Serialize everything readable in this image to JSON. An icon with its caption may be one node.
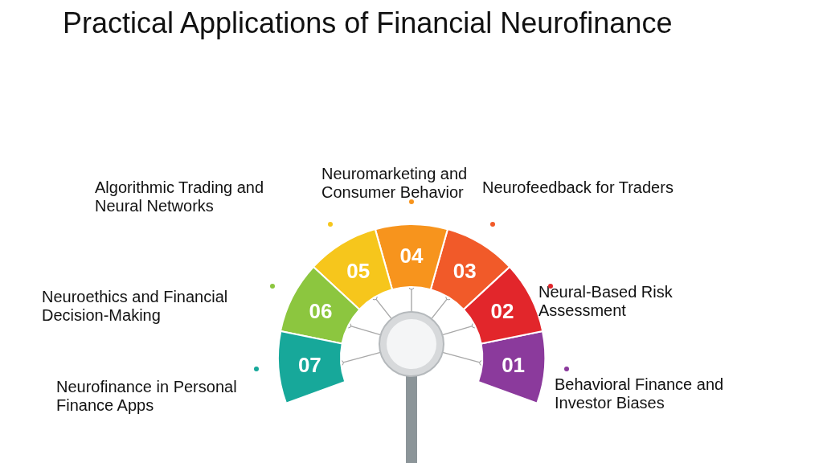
{
  "diagram": {
    "title": "Practical Applications of Financial Neurofinance",
    "nodes": [
      {
        "text": [
          "01"
        ],
        "beside": [
          "Behavioral Finance and Investor Biases"
        ]
      },
      {
        "text": [
          "02"
        ],
        "beside": [
          "Neural-Based Risk Assessment"
        ]
      },
      {
        "text": [
          "03"
        ],
        "beside": [
          "Neurofeedback for Traders"
        ]
      },
      {
        "text": [
          "04"
        ],
        "beside": [
          "Neuromarketing and Consumer Behavior"
        ]
      },
      {
        "text": [
          "05"
        ],
        "beside": [
          "Algorithmic Trading and Neural Networks"
        ]
      },
      {
        "text": [
          "06"
        ],
        "beside": [
          "Neuroethics and Financial Decision-Making"
        ]
      },
      {
        "text": [
          "07"
        ],
        "beside": [
          "Neurofinance in Personal Finance Apps"
        ]
      },
      {
        "text": [],
        "shape": "circle"
      }
    ],
    "edges": [
      {
        "from": 7,
        "to": 0,
        "arrow": "other"
      },
      {
        "from": 7,
        "to": 1,
        "arrow": "other"
      },
      {
        "from": 7,
        "to": 2,
        "arrow": "other"
      },
      {
        "from": 7,
        "to": 3,
        "arrow": "other"
      },
      {
        "from": 7,
        "to": 4,
        "arrow": "other"
      },
      {
        "from": 7,
        "to": 5,
        "arrow": "other"
      },
      {
        "from": 7,
        "to": 6,
        "arrow": "other"
      }
    ]
  }
}
